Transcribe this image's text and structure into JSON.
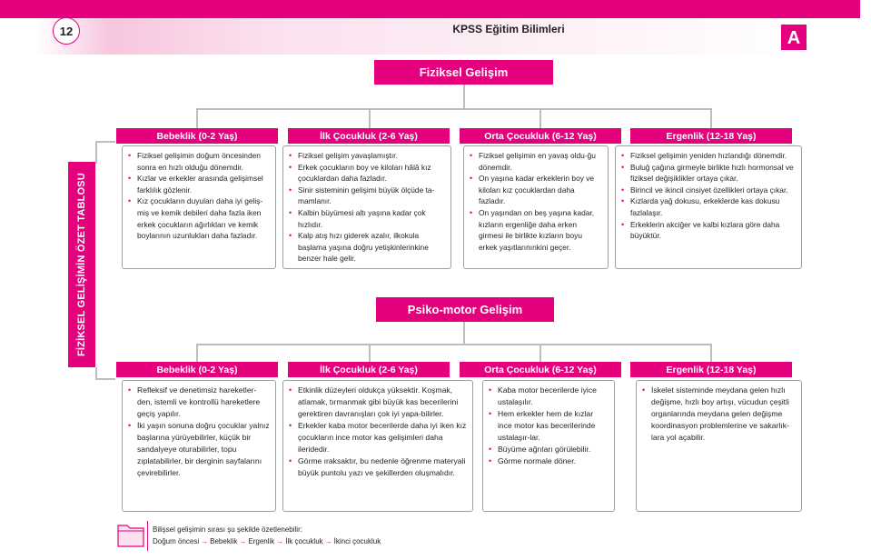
{
  "header": {
    "page_number": "12",
    "title": "KPSS Eğitim Bilimleri",
    "logo_letter": "A"
  },
  "colors": {
    "accent": "#e5007e",
    "border": "#9d9fa2",
    "connector": "#bcbec0"
  },
  "sidebar": {
    "label": "FİZİKSEL GELİŞİMİN ÖZET TABLOSU"
  },
  "physical": {
    "title": "Fiziksel Gelişim",
    "stages": [
      {
        "label": "Bebeklik (0-2 Yaş)",
        "items": [
          "Fiziksel gelişimin doğum öncesinden sonra en hızlı olduğu dönemdir.",
          "Kızlar ve erkekler arasında gelişimsel farklılık gözlenir.",
          "Kız çocukların duyuları daha iyi geliş-miş ve kemik debileri daha fazla iken erkek çocukların ağırlıkları ve kemik boylarının uzunlukları daha fazladır."
        ]
      },
      {
        "label": "İlk Çocukluk (2-6 Yaş)",
        "items": [
          "Fiziksel gelişim yavaşlamıştır.",
          "Erkek çocukların boy ve kiloları hâlâ kız çocuklardan daha fazladır.",
          "Sinir sisteminin gelişimi büyük ölçüde ta-mamlanır.",
          "Kalbin büyümesi altı yaşına kadar çok hızlıdır.",
          "Kalp atış hızı giderek azalır, ilkokula başlama yaşına doğru yetişkinlerinkine benzer hale gelir."
        ]
      },
      {
        "label": "Orta Çocukluk (6-12 Yaş)",
        "items": [
          "Fiziksel gelişimin en yavaş oldu-ğu dönemdir.",
          "On yaşına kadar erkeklerin boy ve kiloları kız çocuklardan daha fazladır.",
          "On yaşından on beş yaşına kadar, kızların ergenliğe daha erken girmesi ile birlikte kızların boyu erkek yaşıtlarınınkini geçer."
        ]
      },
      {
        "label": "Ergenlik (12-18 Yaş)",
        "items": [
          "Fiziksel gelişimin yeniden hızlandığı dönemdir.",
          "Buluğ çağına girmeyle birlikte hızlı hormonsal ve fiziksel değişiklikler ortaya çıkar.",
          "Birincil ve ikincil cinsiyet özellikleri ortaya çıkar.",
          "Kızlarda yağ dokusu, erkeklerde kas dokusu fazlalaşır.",
          "Erkeklerin akciğer ve kalbi kızlara göre daha büyüktür."
        ]
      }
    ]
  },
  "psychomotor": {
    "title": "Psiko-motor Gelişim",
    "stages": [
      {
        "label": "Bebeklik (0-2 Yaş)",
        "items": [
          "Refleksif ve denetimsiz hareketler-den, istemli ve kontrollü hareketlere geçiş yapılır.",
          "İki yaşın sonuna doğru çocuklar yalnız başlarına yürüyebilirler, küçük bir sandalyeye oturabilirler, topu zıplatabilirler, bir derginin sayfalarını çevirebilirler."
        ]
      },
      {
        "label": "İlk Çocukluk (2-6 Yaş)",
        "items": [
          "Etkinlik düzeyleri oldukça yüksektir. Koşmak, atlamak, tırmanmak gibi büyük kas becerilerini gerektiren davranışları çok iyi yapa-bilirler.",
          "Erkekler kaba motor becerilerde daha iyi iken kız çocukların ince motor kas gelişimleri daha ileridedir.",
          "Görme ıraksaktır, bu nedenle öğrenme materyali büyük puntolu yazı ve şekillerden oluşmalıdır."
        ]
      },
      {
        "label": "Orta Çocukluk (6-12 Yaş)",
        "items": [
          "Kaba motor becerilerde iyice ustalaşılır.",
          "Hem erkekler hem de kızlar ince motor kas becerilerinde ustalaşır-lar.",
          "Büyüme ağrıları görülebilir.",
          "Görme normale döner."
        ]
      },
      {
        "label": "Ergenlik (12-18 Yaş)",
        "items": [
          "İskelet sisteminde meydana gelen hızlı değişme, hızlı boy artışı, vücudun çeşitli organlarında meydana gelen değişme koordinasyon problemlerine ve sakarlık-lara yol açabilir."
        ]
      }
    ]
  },
  "footnote": {
    "line1": "Bilişsel gelişimin sırası şu şekilde özetlenebilir:",
    "seq": [
      "Doğum öncesi",
      "Bebeklik",
      "Ergenlik",
      "İlk çocukluk",
      "İkinci çocukluk"
    ],
    "arrow": "→"
  }
}
